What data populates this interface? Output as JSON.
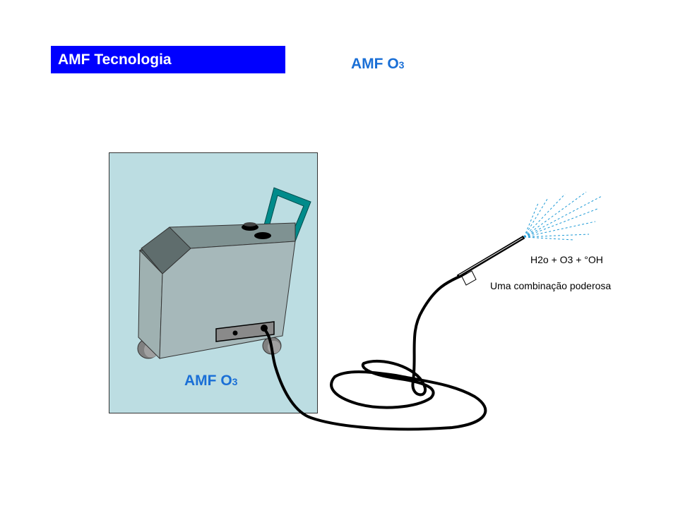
{
  "header": {
    "label": "AMF Tecnologia"
  },
  "title": {
    "main": "AMF O",
    "sub": "3"
  },
  "machine_label": {
    "main": "AMF O",
    "sub": "3"
  },
  "annotations": {
    "formula": "H2o + O3 + °OH",
    "tagline": "Uma combinação poderosa"
  },
  "colors": {
    "header_bg": "#0000ff",
    "title_blue": "#1a6fd6",
    "panel_bg": "#bcdde2",
    "handle": "#008b8b",
    "spray": "#1e9ad6"
  }
}
